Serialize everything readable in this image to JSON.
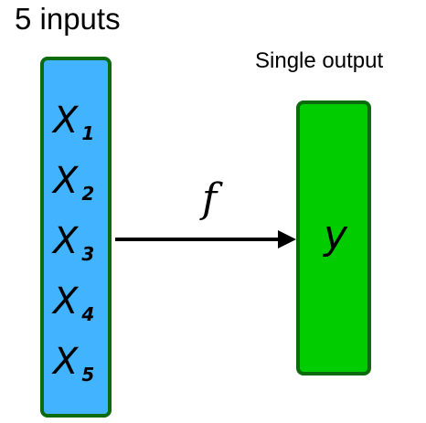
{
  "title": "5 inputs",
  "subtitle": "Single output",
  "colors": {
    "input_fill": "#42b4ff",
    "output_fill": "#00cc00",
    "border": "#0d6b0d",
    "arrow": "#000000"
  },
  "inputs": [
    {
      "symbol": "X",
      "index": "1"
    },
    {
      "symbol": "X",
      "index": "2"
    },
    {
      "symbol": "X",
      "index": "3"
    },
    {
      "symbol": "X",
      "index": "4"
    },
    {
      "symbol": "X",
      "index": "5"
    }
  ],
  "function_label": "f",
  "output_label": "y"
}
